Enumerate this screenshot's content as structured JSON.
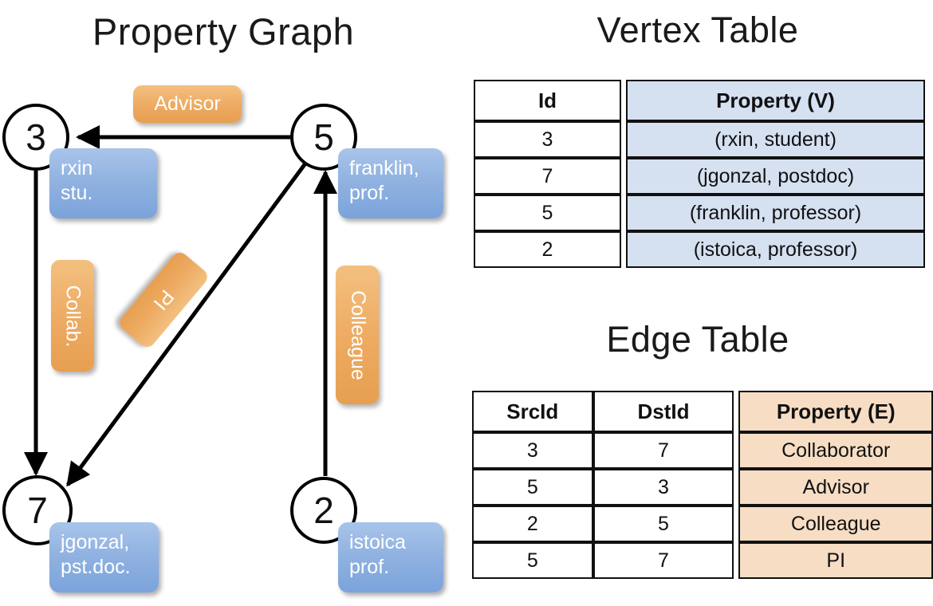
{
  "titles": {
    "property_graph": "Property Graph",
    "vertex_table": "Vertex Table",
    "edge_table": "Edge Table"
  },
  "graph": {
    "vertices": [
      {
        "id": "3",
        "property_lines": "rxin\nstu.",
        "line1": "rxin",
        "line2": "stu."
      },
      {
        "id": "5",
        "property_lines": "franklin,\nprof.",
        "line1": "franklin,",
        "line2": "prof."
      },
      {
        "id": "7",
        "property_lines": "jgonzal,\npst.doc.",
        "line1": "jgonzal,",
        "line2": "pst.doc."
      },
      {
        "id": "2",
        "property_lines": "istoica\nprof.",
        "line1": "istoica",
        "line2": "prof."
      }
    ],
    "edge_labels": [
      {
        "text": "Advisor",
        "orientation": "horizontal"
      },
      {
        "text": "Collab.",
        "orientation": "vertical"
      },
      {
        "text": "PI",
        "orientation": "diagonal"
      },
      {
        "text": "Colleague",
        "orientation": "vertical"
      }
    ]
  },
  "vertex_table": {
    "headers": [
      "Id",
      "Property (V)"
    ],
    "rows": [
      {
        "id": "3",
        "property": "(rxin, student)"
      },
      {
        "id": "7",
        "property": "(jgonzal, postdoc)"
      },
      {
        "id": "5",
        "property": "(franklin, professor)"
      },
      {
        "id": "2",
        "property": "(istoica, professor)"
      }
    ]
  },
  "edge_table": {
    "headers": [
      "SrcId",
      "DstId",
      "Property (E)"
    ],
    "rows": [
      {
        "src": "3",
        "dst": "7",
        "property": "Collaborator"
      },
      {
        "src": "5",
        "dst": "3",
        "property": "Advisor"
      },
      {
        "src": "2",
        "dst": "5",
        "property": "Colleague"
      },
      {
        "src": "5",
        "dst": "7",
        "property": "PI"
      }
    ]
  },
  "colors": {
    "vertex_property_fill": "#8fb1e0",
    "edge_label_fill": "#edaa61",
    "vertex_table_property_fill": "#d5e0f1",
    "edge_table_property_fill": "#f6ddc4",
    "stroke": "#000000",
    "background": "#ffffff"
  }
}
